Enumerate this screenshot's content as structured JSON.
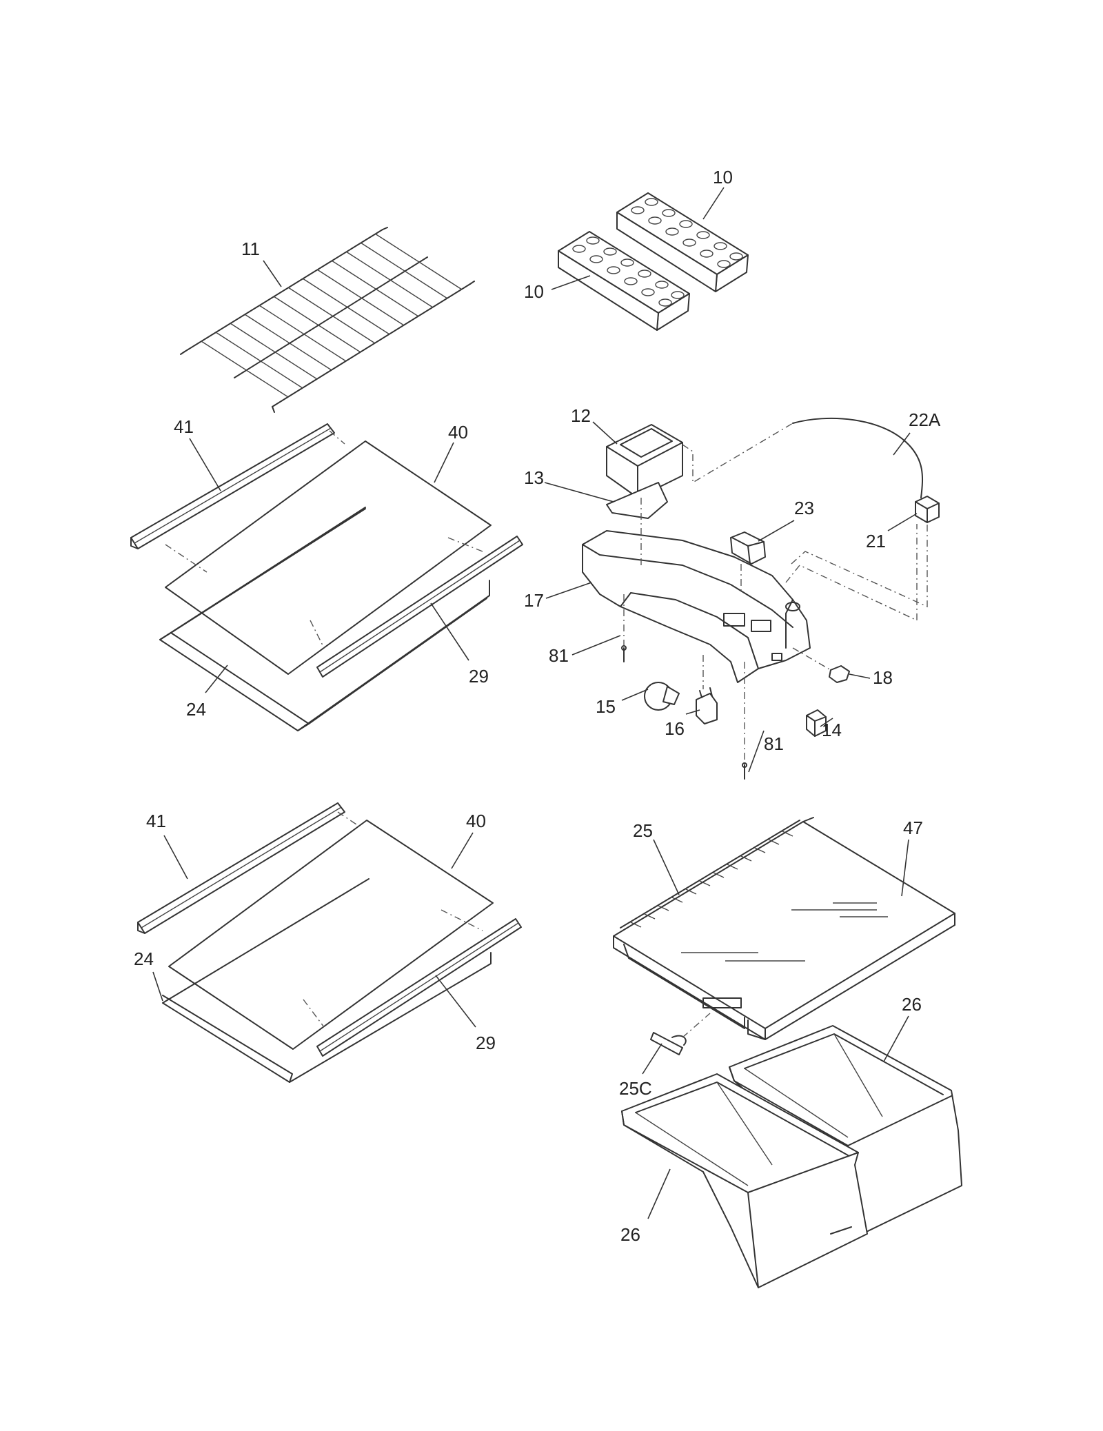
{
  "diagram": {
    "callouts": {
      "c10a": "10",
      "c10b": "10",
      "c11": "11",
      "c12": "12",
      "c13": "13",
      "c14": "14",
      "c15": "15",
      "c16": "16",
      "c17": "17",
      "c18": "18",
      "c21": "21",
      "c22a": "22A",
      "c23": "23",
      "c24a": "24",
      "c24b": "24",
      "c25": "25",
      "c25c": "25C",
      "c26a": "26",
      "c26b": "26",
      "c29a": "29",
      "c29b": "29",
      "c40a": "40",
      "c40b": "40",
      "c41a": "41",
      "c41b": "41",
      "c47": "47",
      "c81a": "81",
      "c81b": "81"
    }
  }
}
